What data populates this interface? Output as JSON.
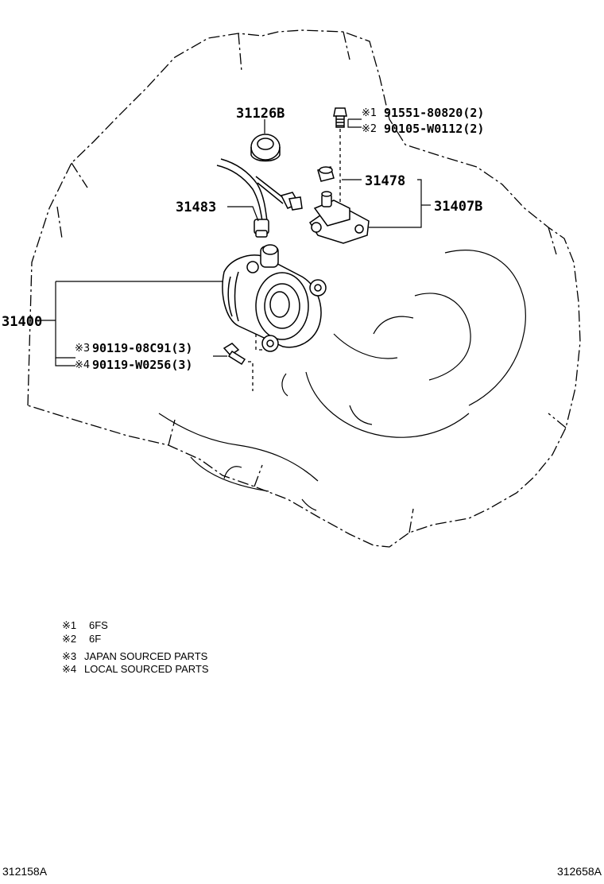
{
  "callouts": {
    "c31126b": "31126B",
    "c31483": "31483",
    "c31478": "31478",
    "c31407b": "31407B",
    "c31400": "31400",
    "p1_mark": "※1",
    "p1_num": "91551-80820(2)",
    "p2_mark": "※2",
    "p2_num": "90105-W0112(2)",
    "p3_mark": "※3",
    "p3_num": "90119-08C91(3)",
    "p4_mark": "※4",
    "p4_num": "90119-W0256(3)"
  },
  "notes": [
    {
      "mark": "※1",
      "text": "6FS"
    },
    {
      "mark": "※2",
      "text": "6F"
    },
    {
      "mark": "※3",
      "text": "JAPAN SOURCED PARTS"
    },
    {
      "mark": "※4",
      "text": "LOCAL SOURCED PARTS"
    }
  ],
  "footer": {
    "left_code": "312158A",
    "right_code": "312658A"
  }
}
